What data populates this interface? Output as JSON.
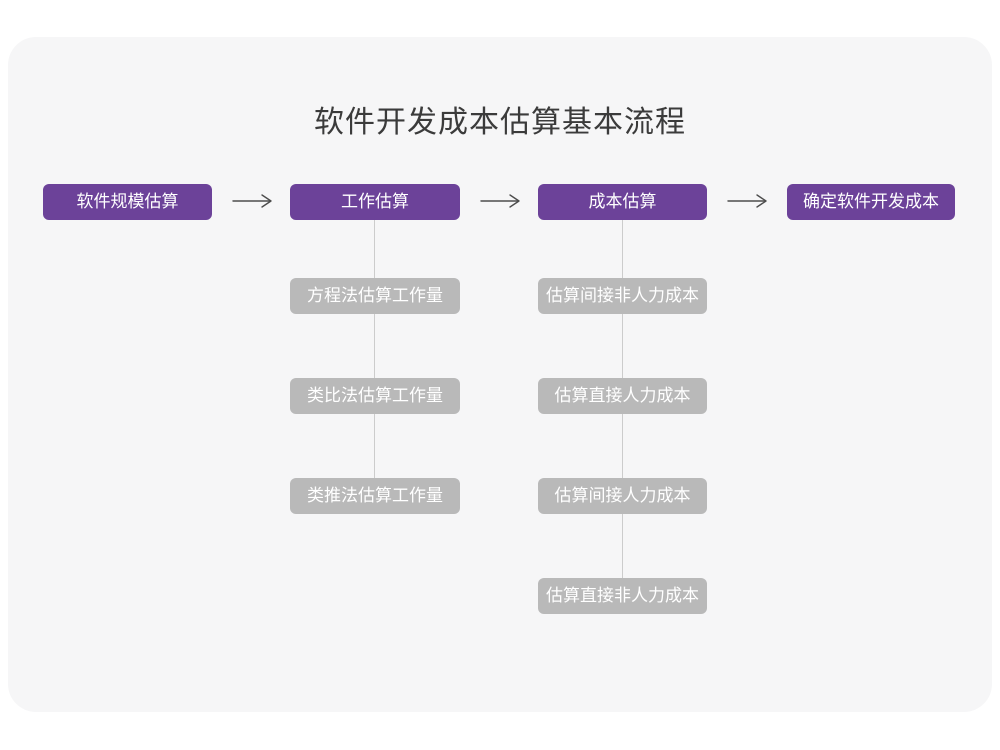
{
  "title": "软件开发成本估算基本流程",
  "colors": {
    "page_bg": "#ffffff",
    "card_bg": "#f6f6f7",
    "stage_fill": "#6c4299",
    "sub_fill": "#b9b9b9",
    "node_text": "#ffffff",
    "title_text": "#3b3b3b",
    "arrow": "#4d4d4d",
    "connector": "#cccccc"
  },
  "flow": {
    "stages": [
      {
        "label": "软件规模估算",
        "children": []
      },
      {
        "label": "工作估算",
        "children": [
          "方程法估算工作量",
          "类比法估算工作量",
          "类推法估算工作量"
        ]
      },
      {
        "label": "成本估算",
        "children": [
          "估算间接非人力成本",
          "估算直接人力成本",
          "估算间接人力成本",
          "估算直接非人力成本"
        ]
      },
      {
        "label": "确定软件开发成本",
        "children": []
      }
    ]
  }
}
